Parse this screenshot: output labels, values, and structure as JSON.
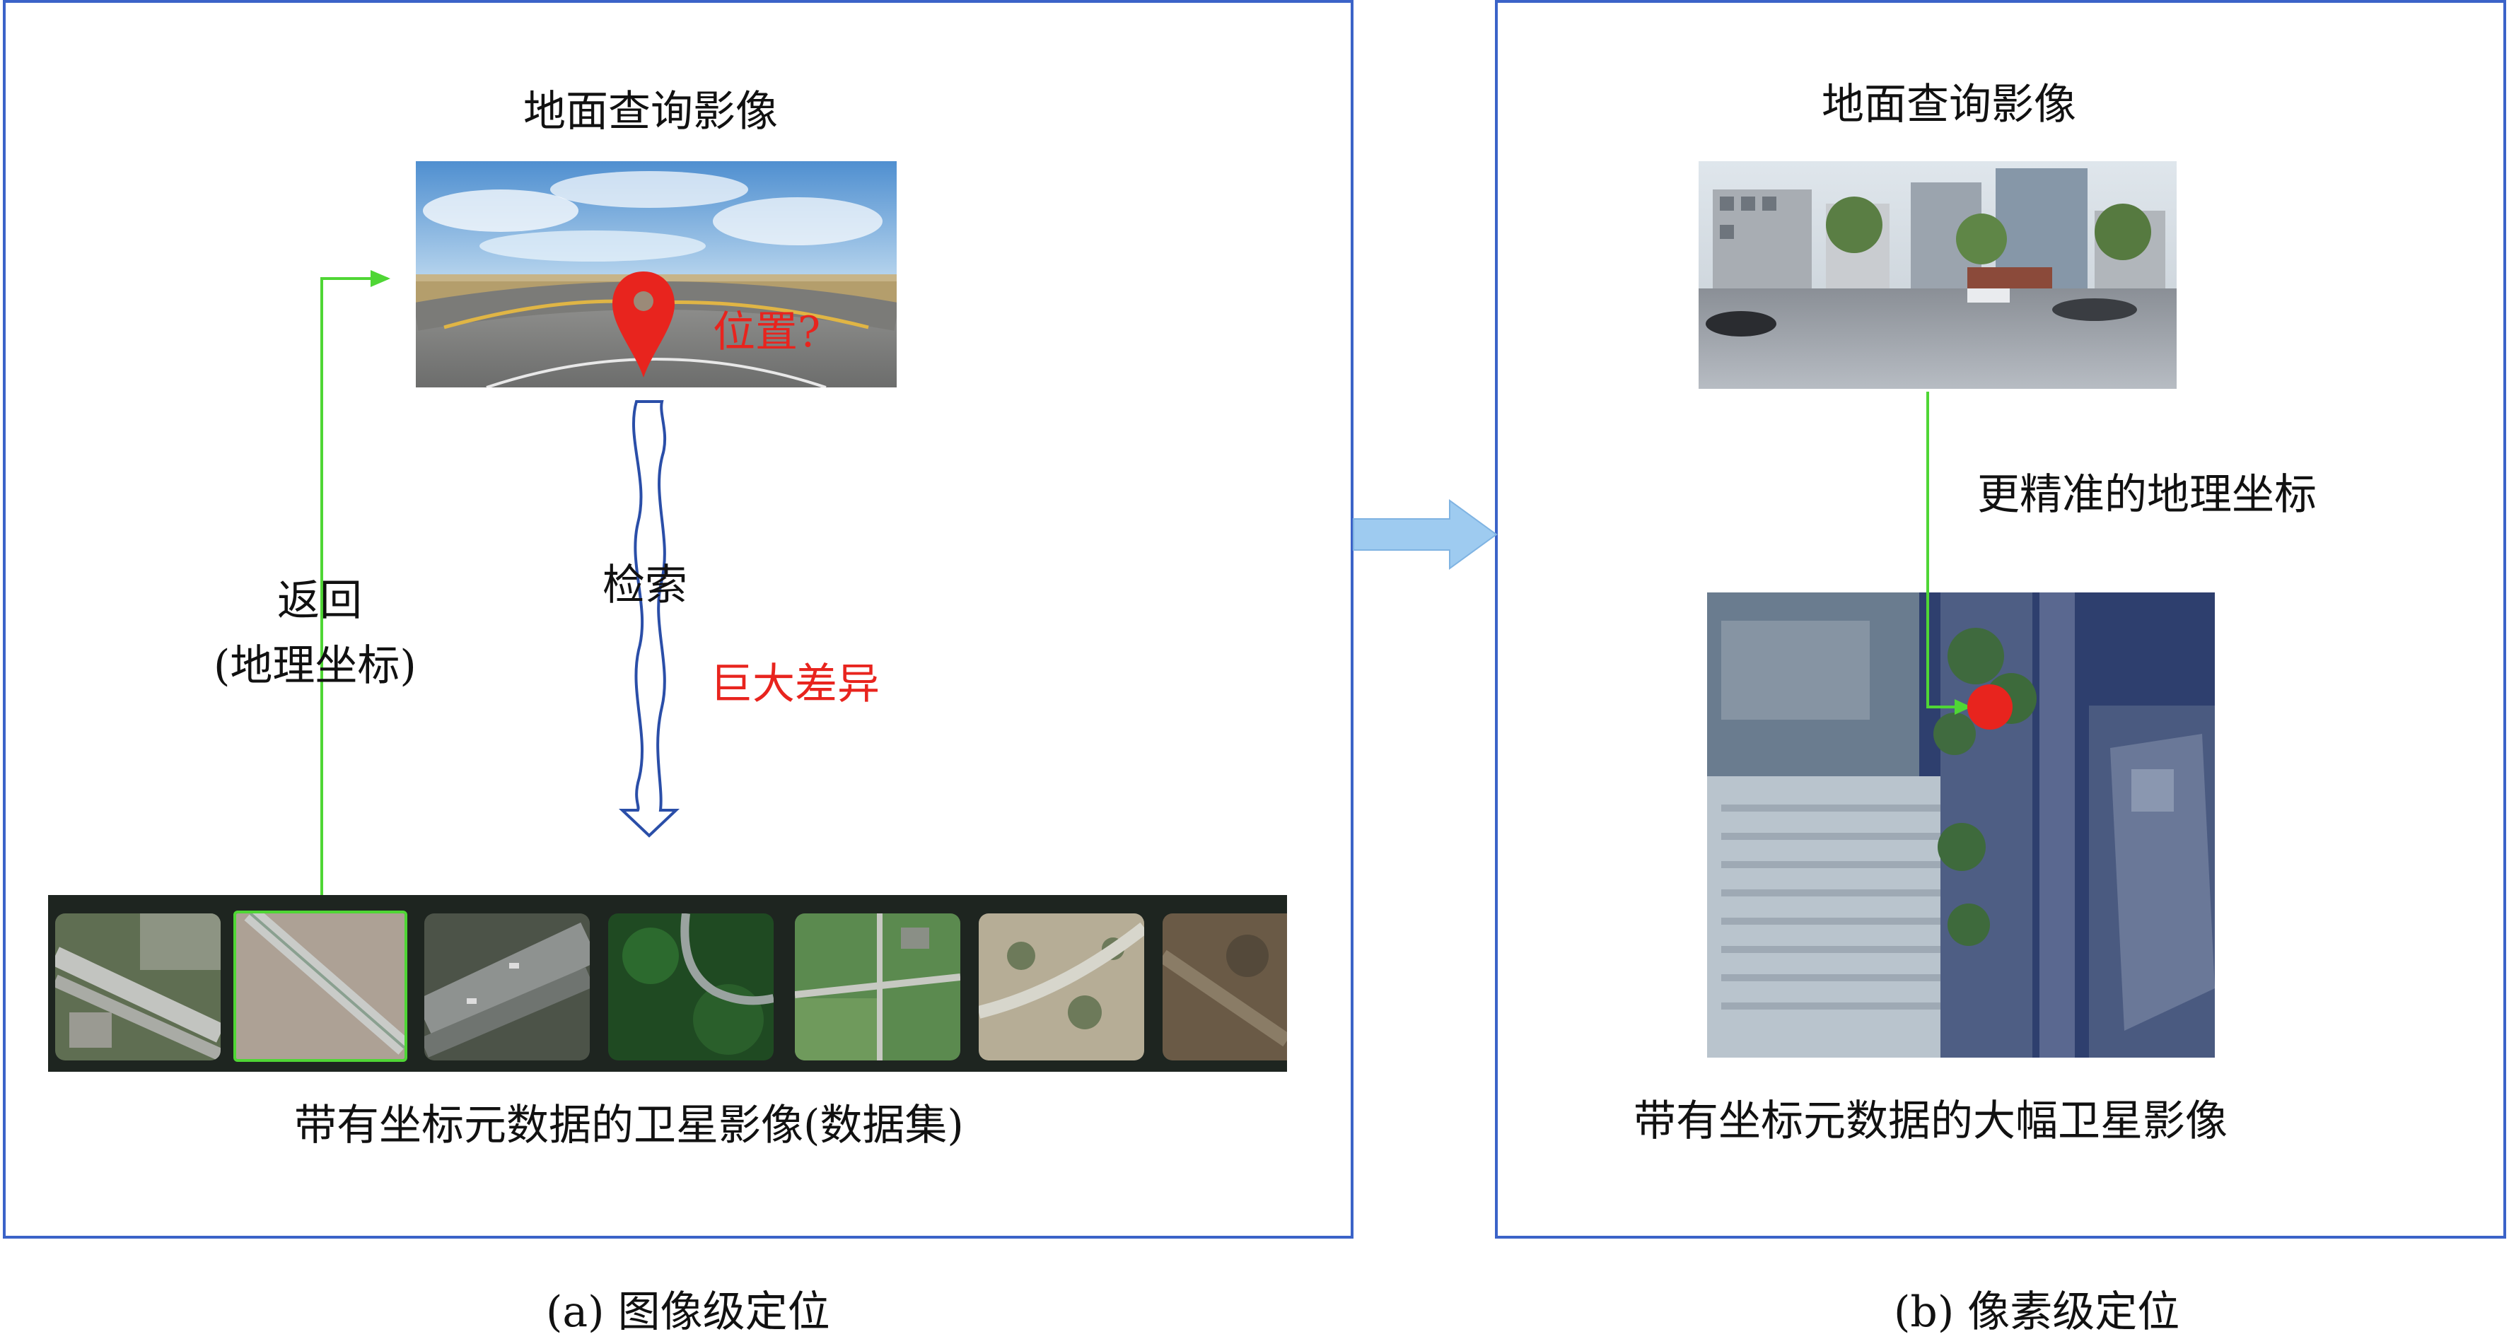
{
  "panel_a": {
    "query_title": "地面查询影像",
    "position_question": "位置?",
    "retrieve_label": "检索",
    "return_label_line1": "返回",
    "return_label_line2": "(地理坐标)",
    "big_difference": "巨大差异",
    "dataset_caption": "带有坐标元数据的卫星影像(数据集)",
    "caption": "(a) 图像级定位"
  },
  "panel_b": {
    "query_title": "地面查询影像",
    "precise_coords": "更精准的地理坐标",
    "sat_caption": "带有坐标元数据的大幅卫星影像",
    "caption": "(b) 像素级定位"
  },
  "colors": {
    "panel_border": "#3b63c8",
    "green_arrow": "#4fd635",
    "retrieve_arrow": "#2a4ea8",
    "red_marker": "#e8241e",
    "transition_arrow": "#9ecbf0"
  },
  "icons": [
    "location-pin-icon",
    "transition-arrow-icon"
  ]
}
